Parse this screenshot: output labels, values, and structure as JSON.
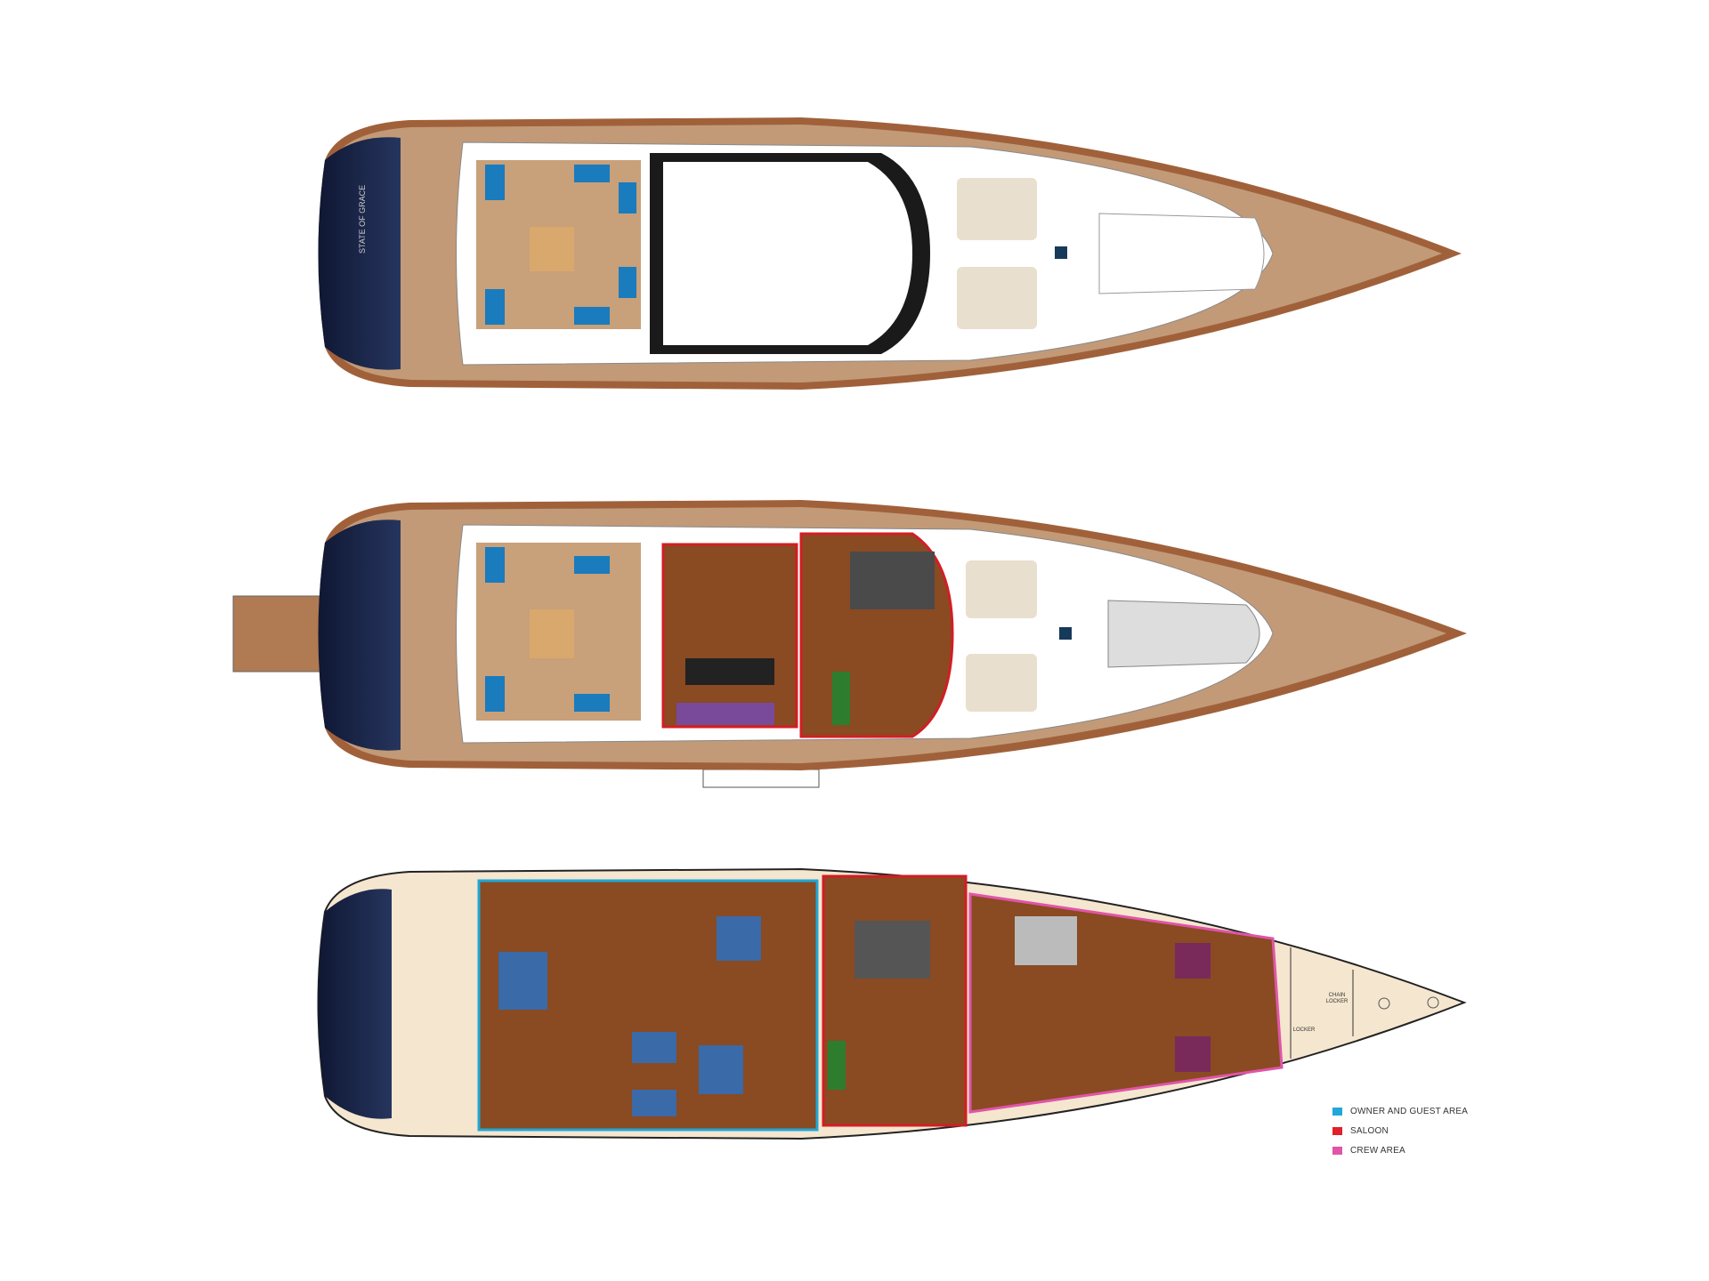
{
  "legend": {
    "items": [
      {
        "label": "OWNER AND GUEST AREA",
        "color": "#1fa8d8"
      },
      {
        "label": "SALOON",
        "color": "#e0202a"
      },
      {
        "label": "CREW AREA",
        "color": "#e055a8"
      }
    ]
  },
  "labels": {
    "chain_locker": "CHAIN LOCKER",
    "locker": "LOCKER"
  },
  "logo_text": "STATE OF GRACE",
  "colors": {
    "hull": "#1c2744",
    "deck": "#b58a66",
    "floor": "#8a4a22",
    "bow": "#f5e6cf"
  }
}
